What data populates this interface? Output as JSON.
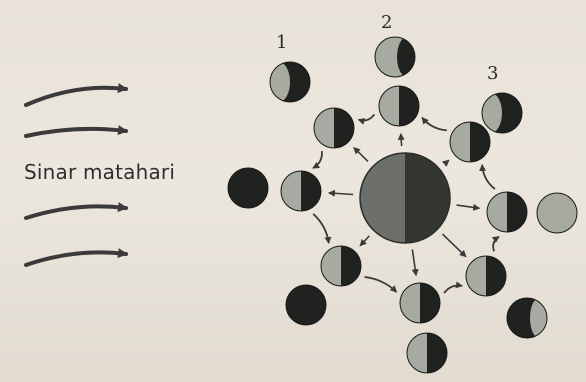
{
  "labels": {
    "sunlight": "Sinar matahari",
    "phase_1": "1",
    "phase_2": "2",
    "phase_3": "3"
  },
  "colors": {
    "dark": "#1f221f",
    "light": "#a7aaa1",
    "earth_dark": "#343632",
    "earth_light": "#6d706a",
    "ink": "#3a3a3a"
  },
  "icons": [
    "sunlight-arrow",
    "moon-orbit-arrow",
    "earth",
    "moon"
  ]
}
